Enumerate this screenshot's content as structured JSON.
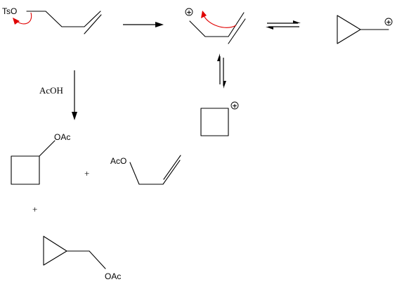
{
  "labels": {
    "tosylate": "TsO",
    "acetate": "OAc",
    "acetate_left": "AcO"
  },
  "reagents": {
    "solvolysis": "AcOH"
  },
  "symbols": {
    "plus": "+",
    "cation_charge": "+"
  },
  "colors": {
    "bond": "#000000",
    "electron_arrow": "#e00000"
  }
}
